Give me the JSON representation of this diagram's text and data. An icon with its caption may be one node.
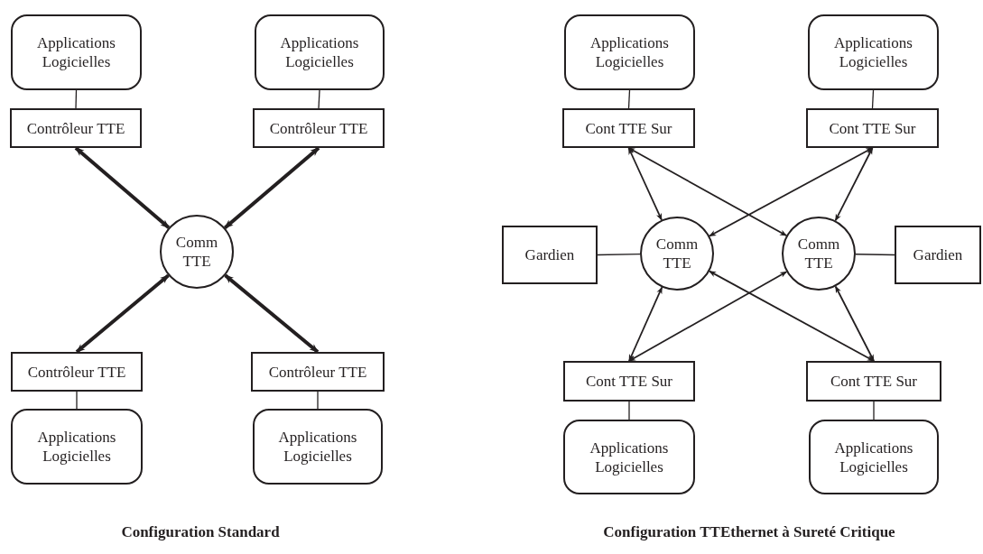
{
  "diagram": {
    "nodes": [
      {
        "text": [
          "Applications Logicielles"
        ]
      },
      {
        "text": [
          "Applications Logicielles"
        ]
      },
      {
        "text": [
          "Contrôleur TTE"
        ]
      },
      {
        "text": [
          "Contrôleur TTE"
        ]
      },
      {
        "text": [
          "Comm TTE"
        ]
      },
      {
        "text": [
          "Contrôleur TTE"
        ]
      },
      {
        "text": [
          "Contrôleur TTE"
        ]
      },
      {
        "text": [
          "Applications Logicielles"
        ]
      },
      {
        "text": [
          "Applications Logicielles"
        ]
      },
      {
        "text": [
          "Applications Logicielles"
        ]
      },
      {
        "text": [
          "Applications Logicielles"
        ]
      },
      {
        "text": [
          "Cont TTE Sur"
        ]
      },
      {
        "text": [
          "Cont TTE Sur"
        ]
      },
      {
        "text": [
          "Gardien"
        ]
      },
      {
        "text": [
          "Comm TTE"
        ]
      },
      {
        "text": [
          "Comm TTE"
        ]
      },
      {
        "text": [
          "Gardien"
        ]
      },
      {
        "text": [
          "Cont TTE Sur"
        ]
      },
      {
        "text": [
          "Cont TTE Sur"
        ]
      },
      {
        "text": [
          "Applications Logicielles"
        ]
      },
      {
        "text": [
          "Applications Logicielles"
        ]
      }
    ],
    "edges": [
      {
        "from": 0,
        "to": 2,
        "arrow": "none"
      },
      {
        "from": 1,
        "to": 3,
        "arrow": "none"
      },
      {
        "from": 2,
        "to": 4,
        "arrow": "both",
        "style": "thick"
      },
      {
        "from": 3,
        "to": 4,
        "arrow": "both",
        "style": "thick"
      },
      {
        "from": 5,
        "to": 4,
        "arrow": "both",
        "style": "thick"
      },
      {
        "from": 6,
        "to": 4,
        "arrow": "both",
        "style": "thick"
      },
      {
        "from": 5,
        "to": 7,
        "arrow": "none"
      },
      {
        "from": 6,
        "to": 8,
        "arrow": "none"
      },
      {
        "from": 9,
        "to": 11,
        "arrow": "none"
      },
      {
        "from": 10,
        "to": 12,
        "arrow": "none"
      },
      {
        "from": 11,
        "to": 14,
        "arrow": "both"
      },
      {
        "from": 11,
        "to": 15,
        "arrow": "both"
      },
      {
        "from": 12,
        "to": 14,
        "arrow": "both"
      },
      {
        "from": 12,
        "to": 15,
        "arrow": "both"
      },
      {
        "from": 13,
        "to": 14,
        "arrow": "none"
      },
      {
        "from": 15,
        "to": 16,
        "arrow": "none"
      },
      {
        "from": 17,
        "to": 14,
        "arrow": "both"
      },
      {
        "from": 17,
        "to": 15,
        "arrow": "both"
      },
      {
        "from": 18,
        "to": 14,
        "arrow": "both"
      },
      {
        "from": 18,
        "to": 15,
        "arrow": "both"
      },
      {
        "from": 17,
        "to": 19,
        "arrow": "none"
      },
      {
        "from": 18,
        "to": 20,
        "arrow": "none"
      }
    ],
    "labels": [
      "Configuration Standard",
      "Configuration TTEthernet à Sureté Critique"
    ]
  }
}
